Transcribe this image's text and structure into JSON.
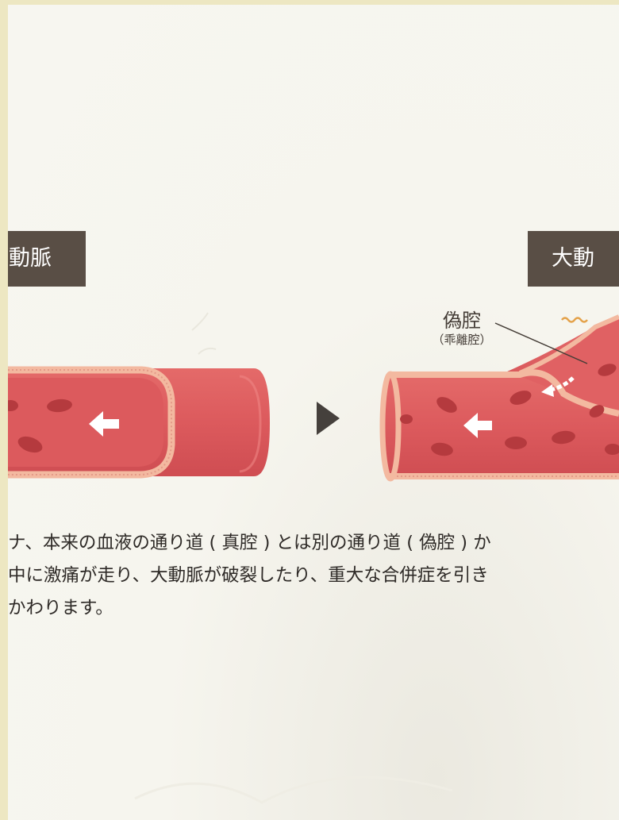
{
  "labels": {
    "left_heading": "動脈",
    "right_heading": "大動",
    "false_lumen": "偽腔",
    "false_lumen_alt": "（乖離腔）"
  },
  "description": {
    "line1": "ナ、本来の血液の通り道 ( 真腔 ) とは別の通り道 ( 偽腔 ) か",
    "line2": "中に激痛が走り、大動脈が破裂したり、重大な合併症を引き",
    "line3": "かわります。"
  },
  "colors": {
    "background": "#f7f6f0",
    "label_bg": "#594e45",
    "vessel_red": "#dc5a5d",
    "vessel_dark": "#b8383d",
    "vessel_wall": "#f3b9a0",
    "blood_cell": "#b53a3e",
    "arrow": "#45403c"
  }
}
